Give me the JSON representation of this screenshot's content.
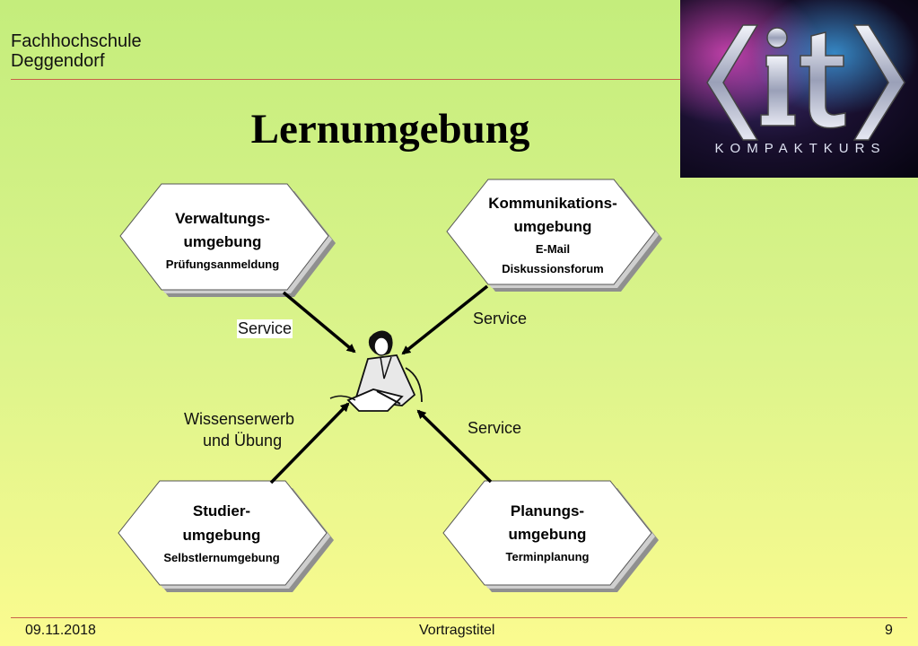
{
  "header": {
    "institution_line1": "Fachhochschule",
    "institution_line2": "Deggendorf",
    "title": "Lernumgebung"
  },
  "logo": {
    "mark": "(it)",
    "subtitle": "KOMPAKTKURS"
  },
  "diagram": {
    "nodes": [
      {
        "lines": [
          "Verwaltungs-",
          "umgebung"
        ],
        "detail": [
          "Prüfungsanmeldung"
        ]
      },
      {
        "lines": [
          "Kommunikations-",
          "umgebung"
        ],
        "detail": [
          "E-Mail",
          "Diskussionsforum"
        ]
      },
      {
        "lines": [
          "Studier-",
          "umgebung"
        ],
        "detail": [
          "Selbstlernumgebung"
        ]
      },
      {
        "lines": [
          "Planungs-",
          "umgebung"
        ],
        "detail": [
          "Terminplanung"
        ]
      }
    ],
    "edge_labels": {
      "top_left": "Service",
      "top_right": "Service",
      "bottom_left_line1": "Wissenserwerb",
      "bottom_left_line2": "und Übung",
      "bottom_right": "Service"
    },
    "center_icon": "person-writing-icon"
  },
  "footer": {
    "date": "09.11.2018",
    "center": "Vortragstitel",
    "page": "9"
  }
}
